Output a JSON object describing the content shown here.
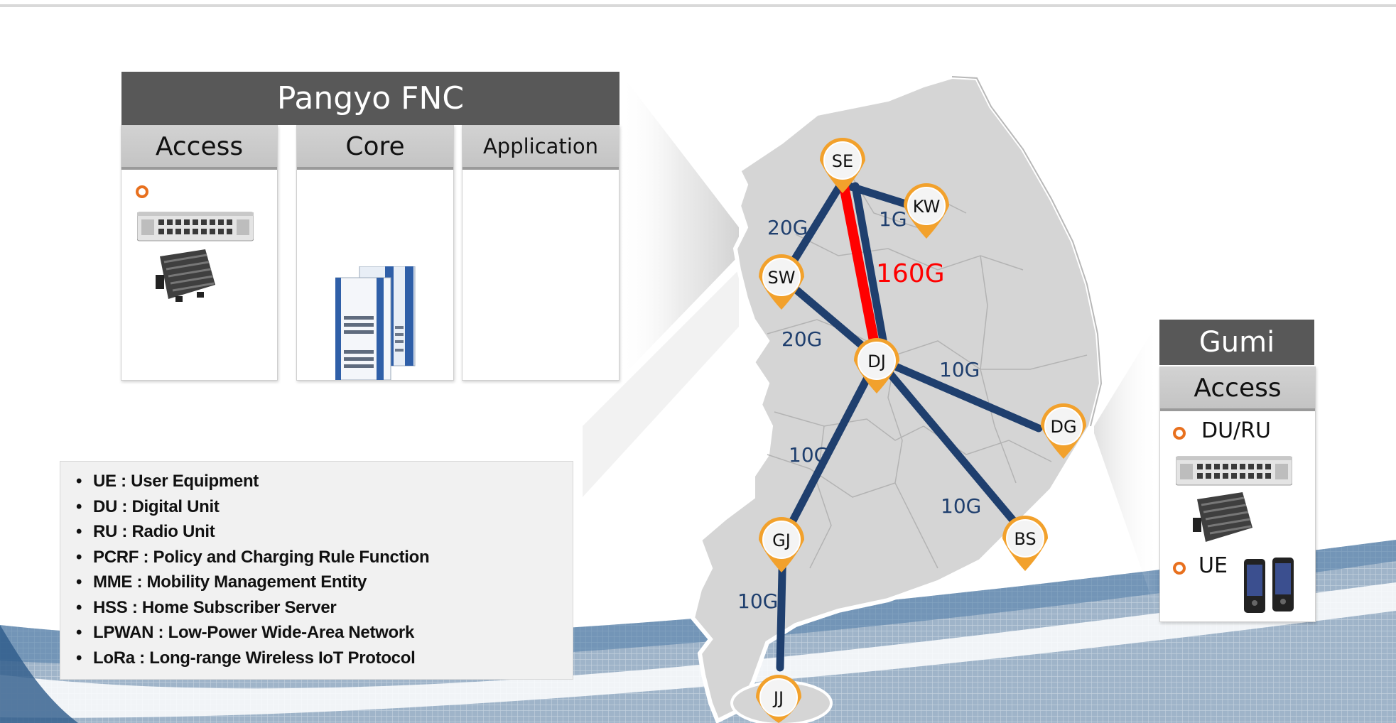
{
  "pangyo": {
    "title": "Pangyo FNC",
    "columns": [
      {
        "label": "Access"
      },
      {
        "label": "Core"
      },
      {
        "label": "Application"
      }
    ]
  },
  "legend": {
    "items": [
      "UE : User Equipment",
      "DU : Digital Unit",
      "RU : Radio Unit",
      "PCRF : Policy and Charging Rule Function",
      "MME : Mobility Management Entity",
      "HSS : Home Subscriber Server",
      "LPWAN : Low-Power Wide-Area Network",
      "LoRa :  Long-range Wireless IoT Protocol"
    ]
  },
  "gumi": {
    "title": "Gumi",
    "header": "Access",
    "items": [
      "DU/RU",
      "UE"
    ]
  },
  "network": {
    "nodes": [
      "SE",
      "KW",
      "SW",
      "DJ",
      "DG",
      "GJ",
      "BS",
      "JJ"
    ],
    "links": [
      {
        "from": "SE",
        "to": "SW",
        "label": "20G"
      },
      {
        "from": "SE",
        "to": "KW",
        "label": "1G"
      },
      {
        "from": "SE",
        "to": "DJ",
        "label": "160G",
        "highlight": true
      },
      {
        "from": "SW",
        "to": "DJ",
        "label": "20G"
      },
      {
        "from": "DJ",
        "to": "DG",
        "label": "10G"
      },
      {
        "from": "DJ",
        "to": "GJ",
        "label": "10G"
      },
      {
        "from": "DJ",
        "to": "BS",
        "label": "10G"
      },
      {
        "from": "GJ",
        "to": "JJ",
        "label": "10G"
      }
    ]
  },
  "colors": {
    "header_dark": "#585858",
    "link_blue": "#1f3f6e",
    "link_red": "#ff0000",
    "pin_orange": "#f2a12c",
    "bullet_orange": "#e8701e"
  }
}
